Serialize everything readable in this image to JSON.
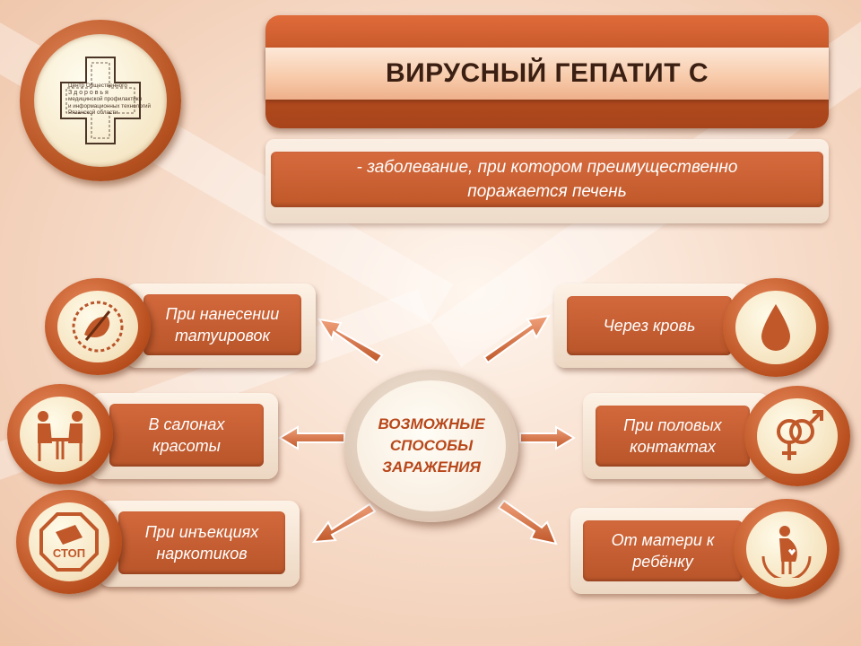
{
  "title": "ВИРУСНЫЙ ГЕПАТИТ С",
  "definition": {
    "line1": "- заболевание, при котором преимущественно",
    "line2": "поражается печень"
  },
  "logo": {
    "line1": "Центр Общественного",
    "line2": "З д о р о в ь я",
    "line3": "медицинской профилактики",
    "line4": "и информационных технологий",
    "line5": "Рязанской области"
  },
  "center": {
    "line1": "ВОЗМОЖНЫЕ",
    "line2": "СПОСОБЫ",
    "line3": "ЗАРАЖЕНИЯ"
  },
  "nodes": {
    "tattoo": {
      "line1": "При нанесении",
      "line2": "татуировок",
      "icon": "tattoo-icon"
    },
    "salon": {
      "line1": "В салонах",
      "line2": "красоты",
      "icon": "manicure-icon"
    },
    "drugs": {
      "line1": "При инъекциях",
      "line2": "наркотиков",
      "icon": "stop-drugs-icon",
      "icon_text": "СТОП"
    },
    "blood": {
      "line1": "Через кровь",
      "icon": "blood-drop-icon"
    },
    "sexual": {
      "line1": "При половых",
      "line2": "контактах",
      "icon": "gender-symbols-icon"
    },
    "mother": {
      "line1": "От матери к",
      "line2": "ребёнку",
      "icon": "pregnant-woman-icon"
    }
  },
  "colors": {
    "accent": "#c0582a",
    "title_text": "#3a1f12",
    "center_text": "#b8471a"
  }
}
